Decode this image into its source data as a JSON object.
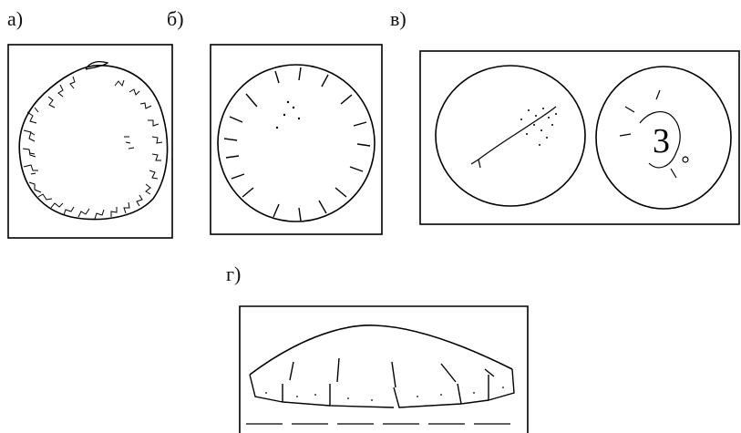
{
  "labels": {
    "a": "а)",
    "b": "б)",
    "v": "в)",
    "g": "г)"
  },
  "figure3_digit": "3"
}
